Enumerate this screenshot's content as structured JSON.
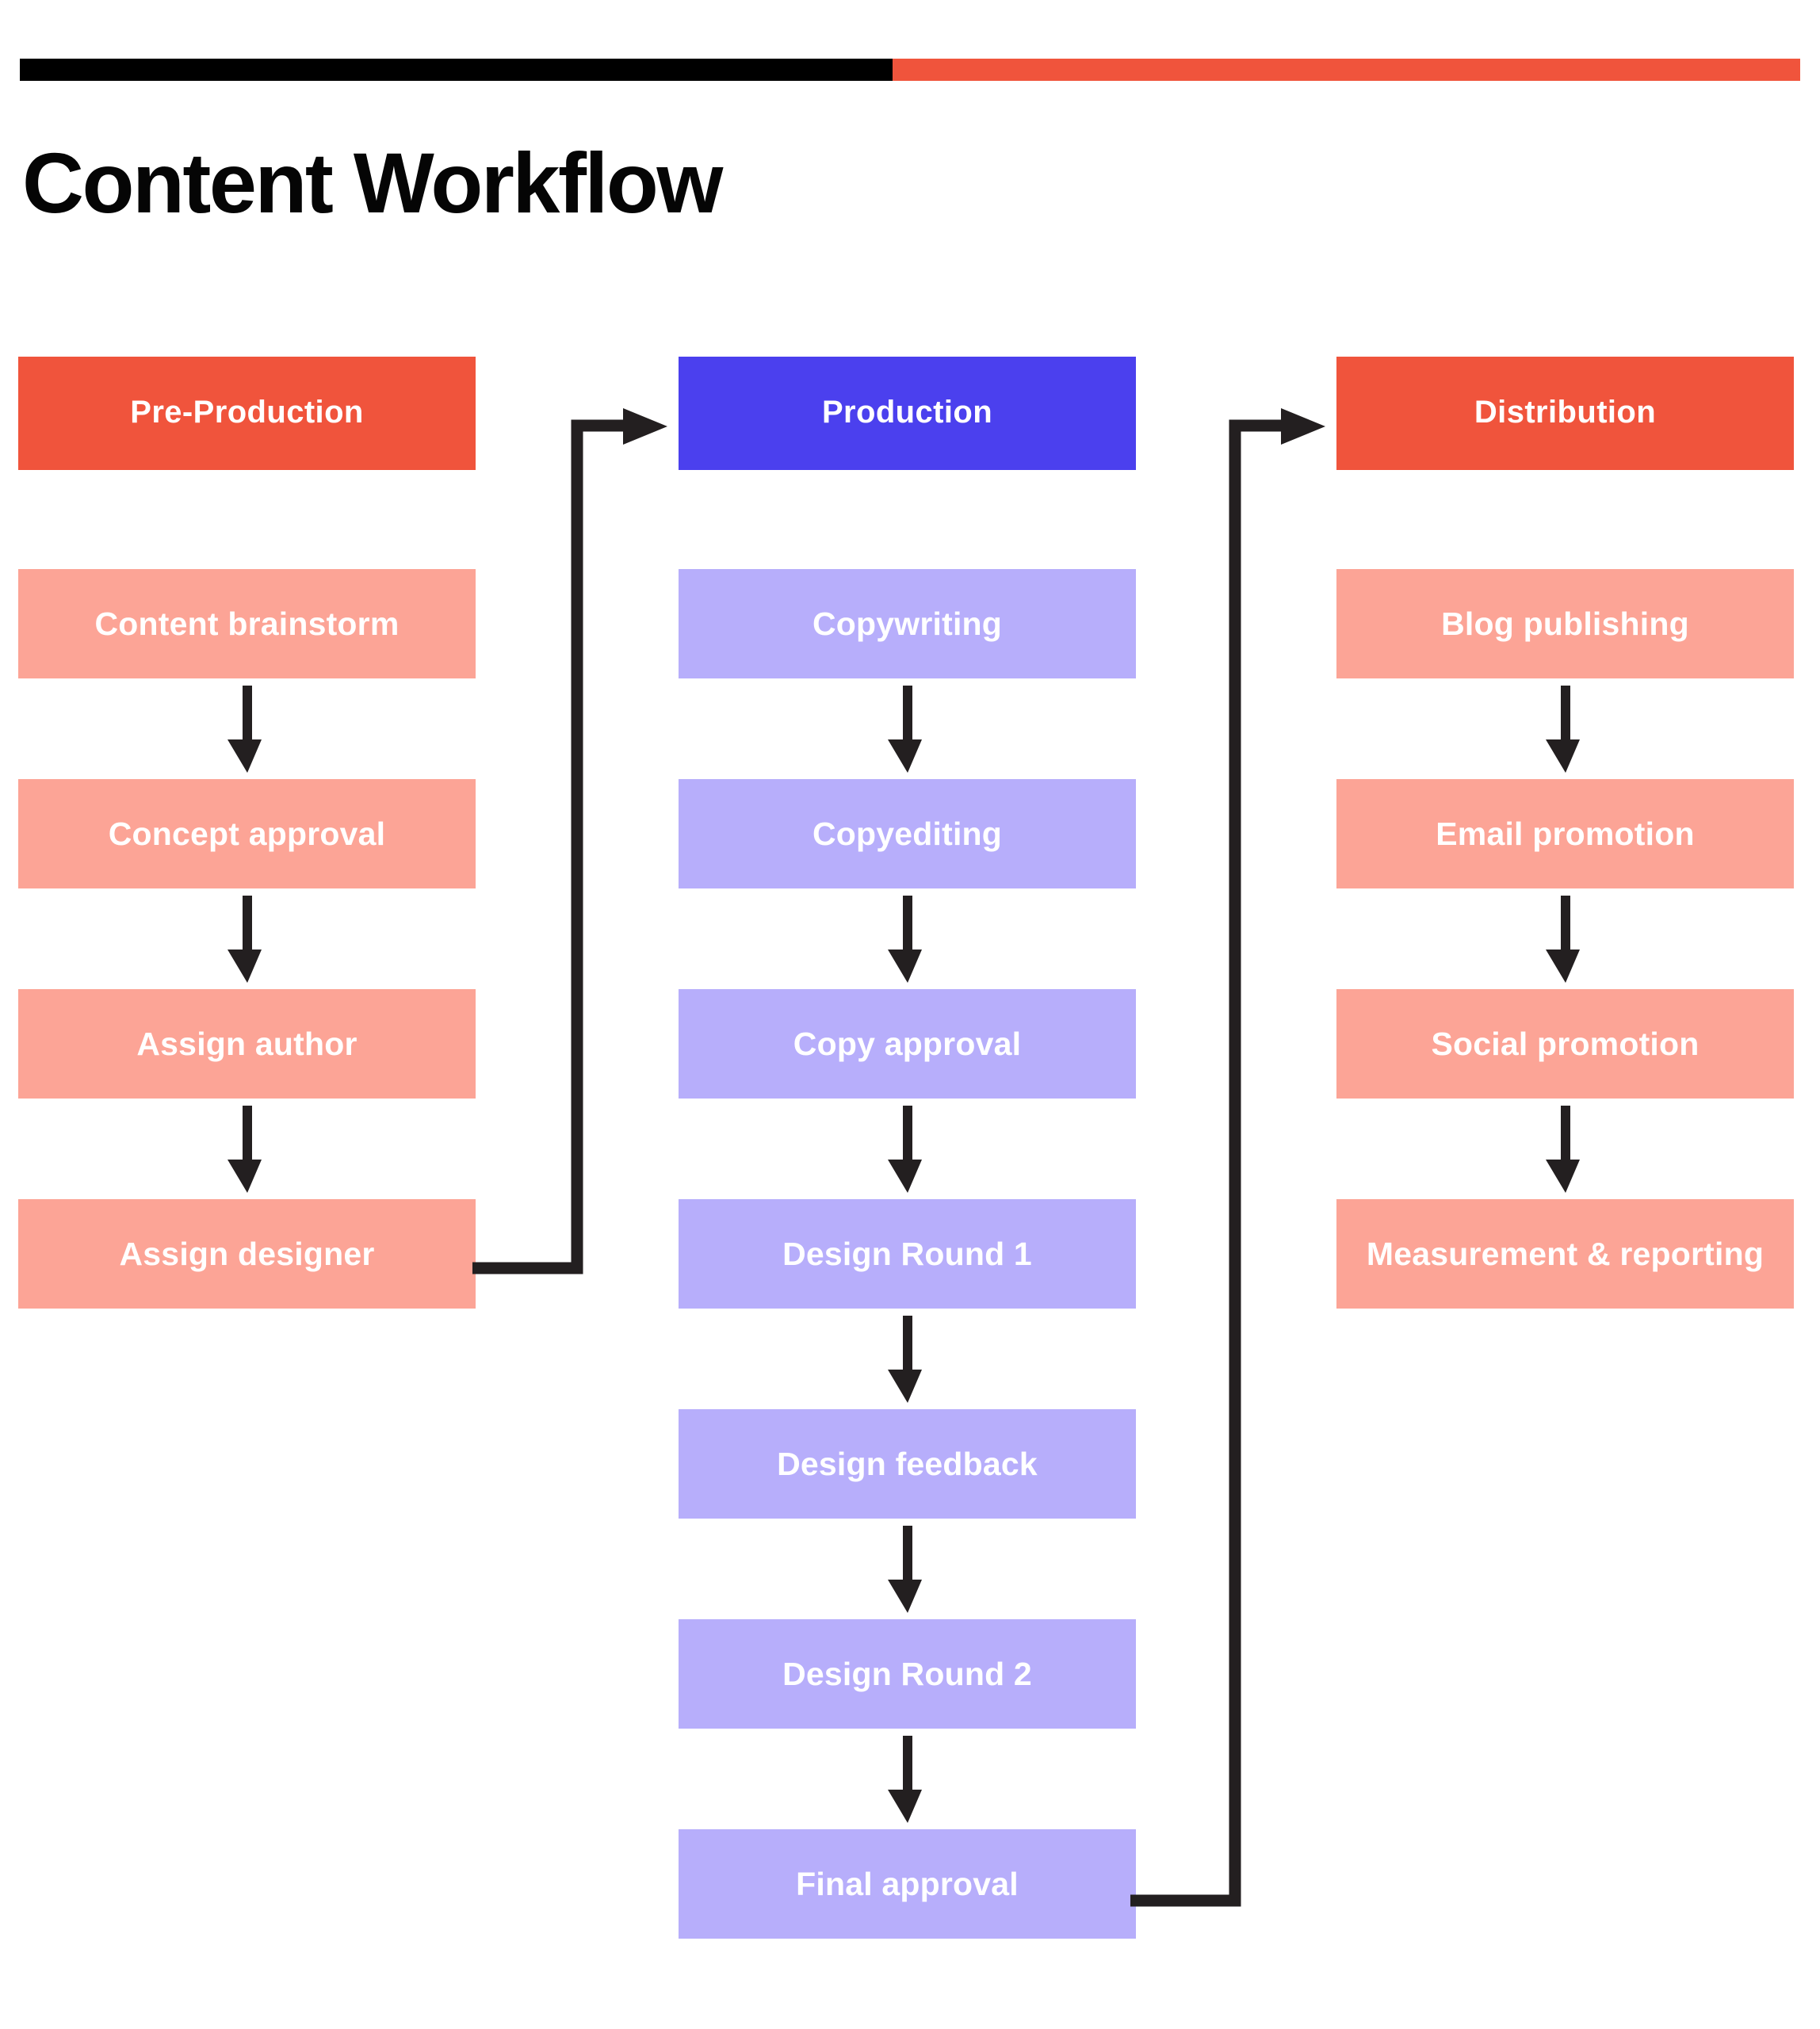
{
  "page": {
    "title": "Content Workflow",
    "background": "#FFFFFF"
  },
  "top_rule": {
    "dark_color": "#000000",
    "accent_color": "#F0543C"
  },
  "palette": {
    "accent_red": "#F0543C",
    "accent_blue": "#4B40EE",
    "step_salmon": "#FCA496",
    "step_periwinkle": "#B7AEFB",
    "connector_black": "#231F20",
    "text_on_fill": "#FFFFFF",
    "title_black": "#050505"
  },
  "chart_data": {
    "type": "diagram",
    "title": "Content Workflow",
    "columns": [
      {
        "id": "pre-production",
        "label": "Pre-Production",
        "header_color": "#F0543C",
        "step_color": "#FCA496",
        "steps": [
          "Content brainstorm",
          "Concept approval",
          "Assign author",
          "Assign designer"
        ]
      },
      {
        "id": "production",
        "label": "Production",
        "header_color": "#4B40EE",
        "step_color": "#B7AEFB",
        "steps": [
          "Copywriting",
          "Copyediting",
          "Copy approval",
          "Design Round 1",
          "Design feedback",
          "Design Round 2",
          "Final approval"
        ]
      },
      {
        "id": "distribution",
        "label": "Distribution",
        "header_color": "#F0543C",
        "step_color": "#FCA496",
        "steps": [
          "Blog publishing",
          "Email promotion",
          "Social promotion",
          "Measurement & reporting"
        ]
      }
    ],
    "cross_links": [
      {
        "from": "Assign designer",
        "to": "Production"
      },
      {
        "from": "Final approval",
        "to": "Distribution"
      }
    ]
  }
}
